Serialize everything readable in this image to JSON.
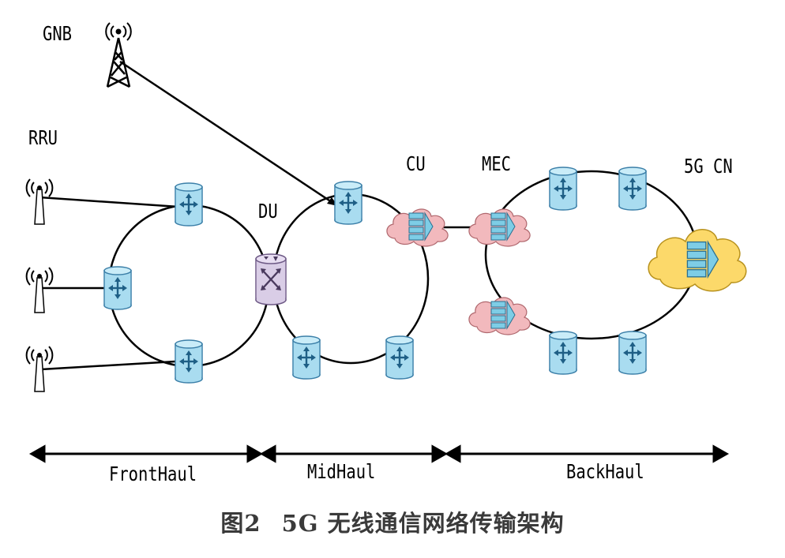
{
  "labels": {
    "gnb": "GNB",
    "rru": "RRU",
    "du": "DU",
    "cu": "CU",
    "mec": "MEC",
    "cn": "5G CN"
  },
  "segments": {
    "fronthaul": "FrontHaul",
    "midhaul": "MidHaul",
    "backhaul": "BackHaul"
  },
  "caption": {
    "figure_no": "图2",
    "title": "5G 无线通信网络传输架构"
  },
  "colors": {
    "router_fill": "#a9dcf0",
    "router_stroke": "#3b7fa8",
    "du_fill": "#d9cde6",
    "cloud_pink": "#f2b9bd",
    "cloud_gold": "#fcd96a",
    "server_fill": "#7ecde6",
    "line": "#000000"
  }
}
